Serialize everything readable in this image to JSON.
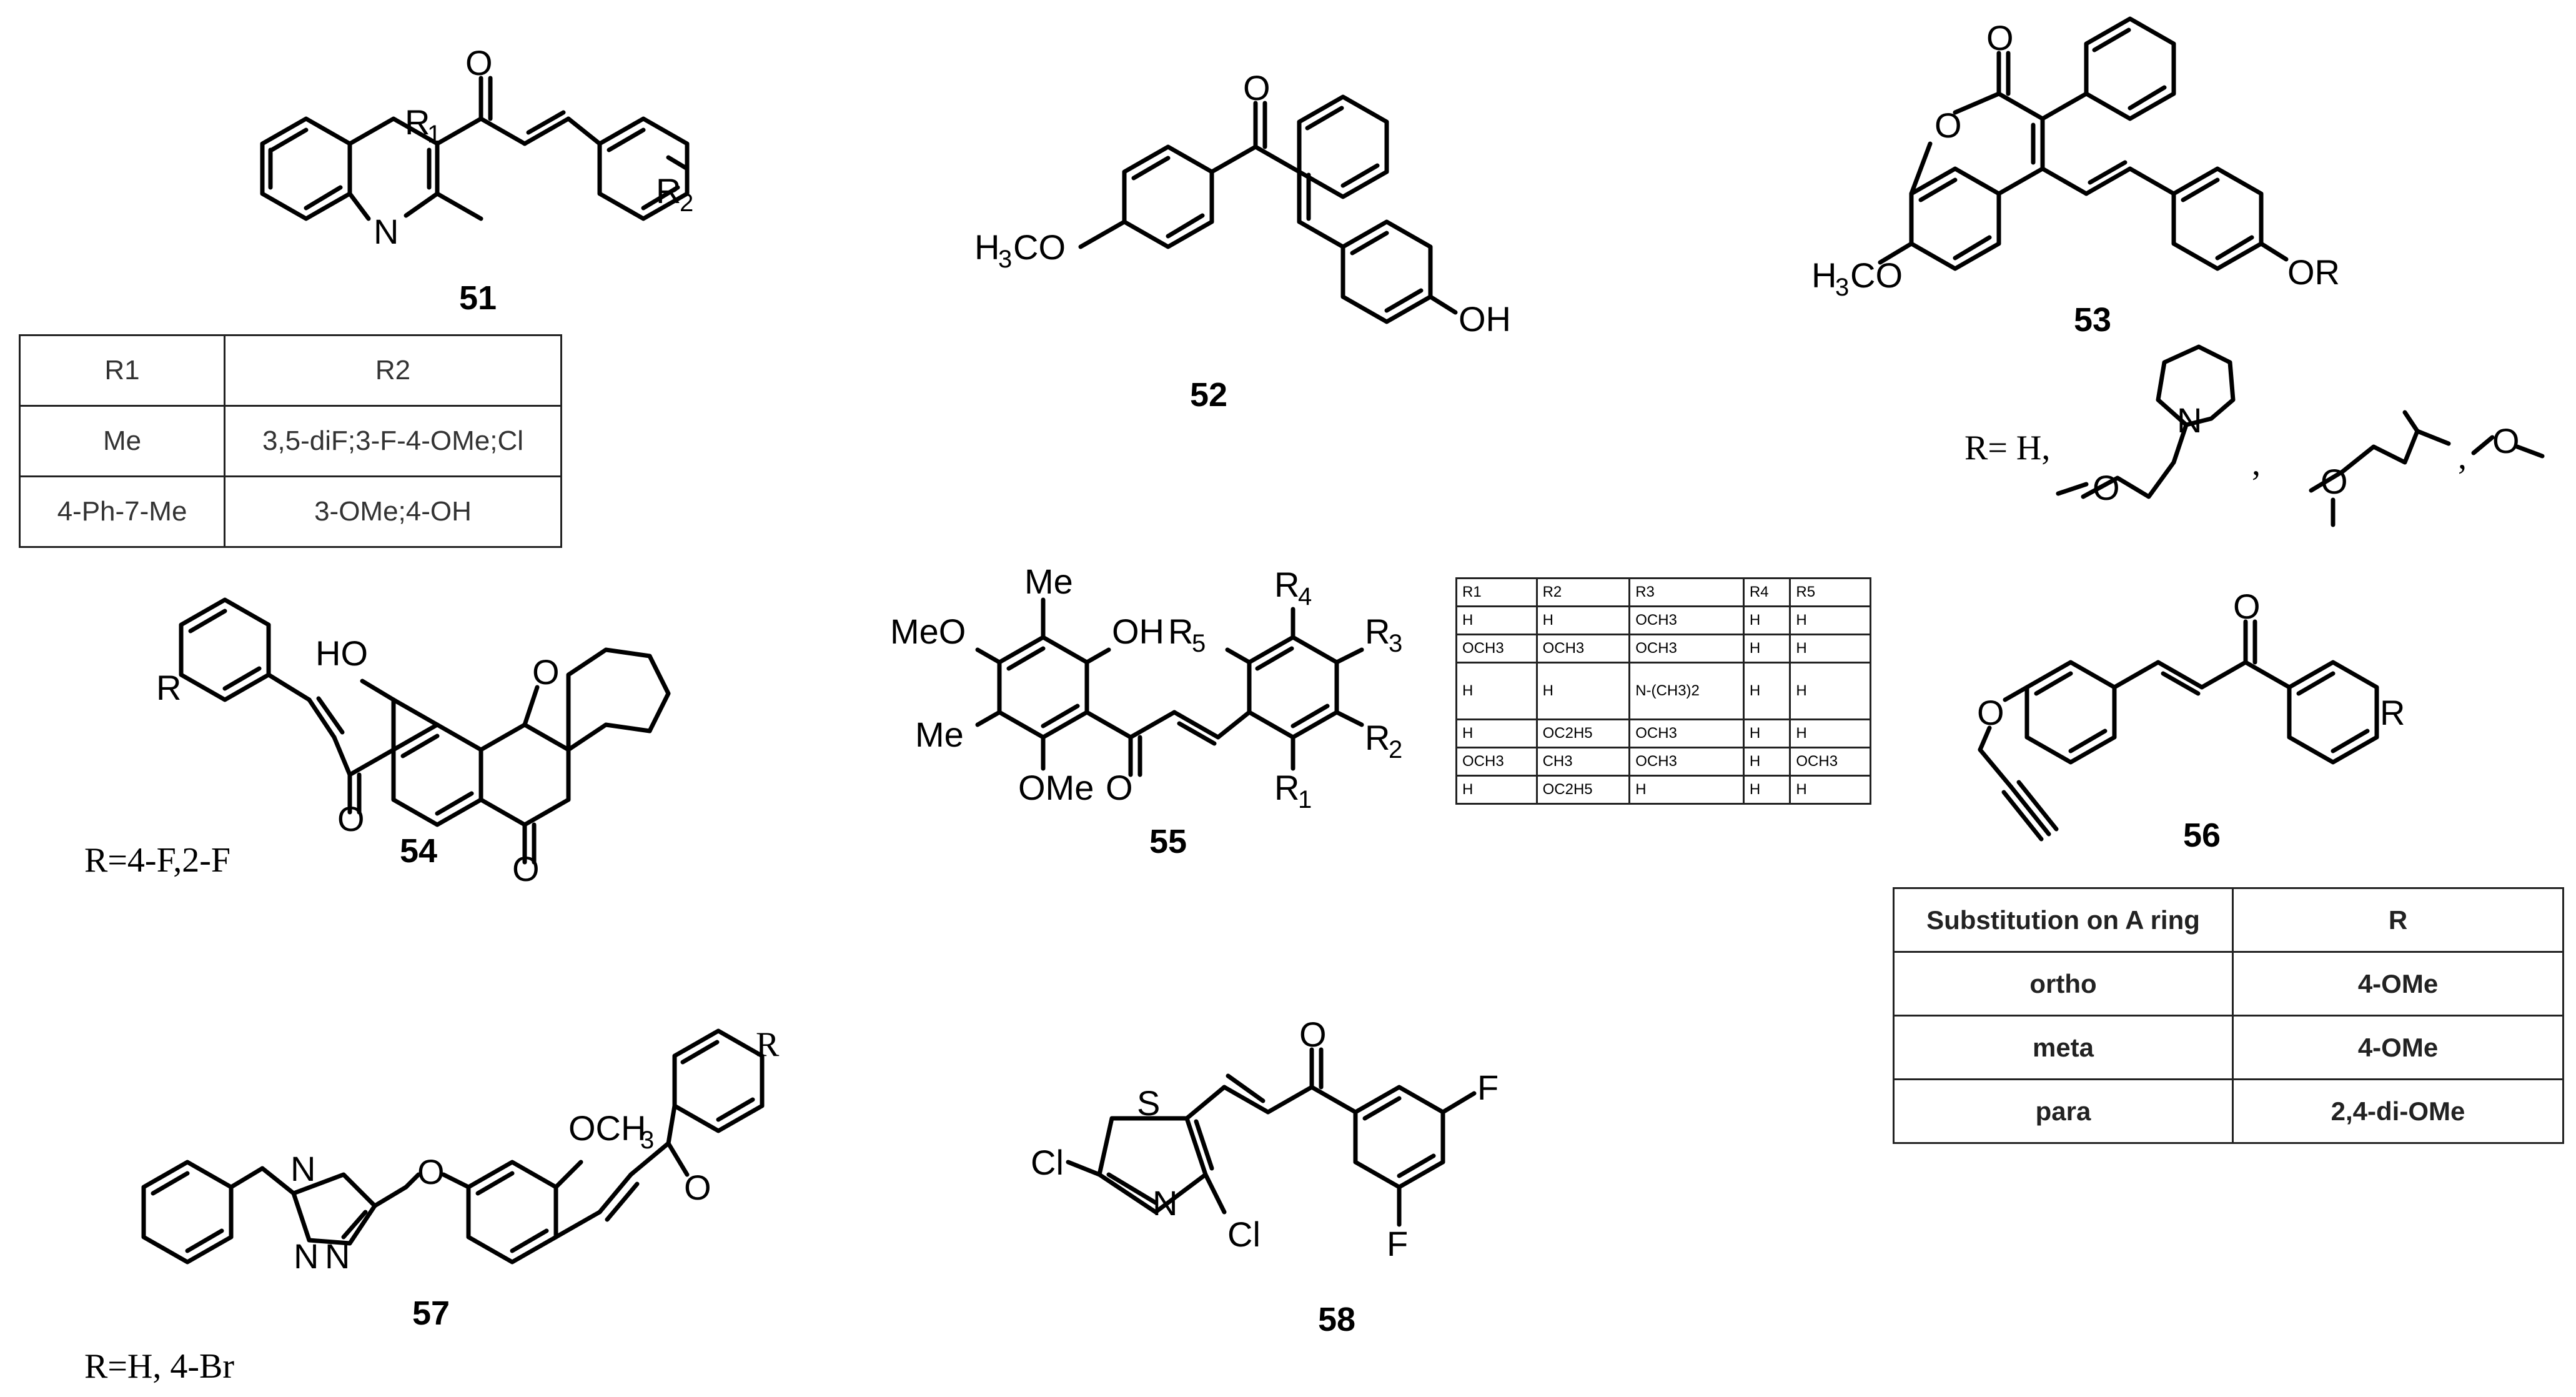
{
  "compounds": {
    "c51": {
      "number": "51"
    },
    "c52": {
      "number": "52"
    },
    "c53": {
      "number": "53",
      "r_definition": "R= H,"
    },
    "c54": {
      "number": "54",
      "r_note": "R=4-F,2-F"
    },
    "c55": {
      "number": "55"
    },
    "c56": {
      "number": "56"
    },
    "c57": {
      "number": "57",
      "r_note": "R=H, 4-Br"
    },
    "c58": {
      "number": "58"
    }
  },
  "table51": {
    "header": [
      "R1",
      "R2"
    ],
    "rows": [
      [
        "Me",
        "3,5-diF;3-F-4-OMe;Cl"
      ],
      [
        "4-Ph-7-Me",
        "3-OMe;4-OH"
      ]
    ]
  },
  "table55": {
    "header": [
      "R1",
      "R2",
      "R3",
      "R4",
      "R5"
    ],
    "rows": [
      [
        "H",
        "H",
        "OCH3",
        "H",
        "H"
      ],
      [
        "OCH3",
        "OCH3",
        "OCH3",
        "H",
        "H"
      ],
      [
        "H",
        "H",
        "N-(CH3)2",
        "H",
        "H"
      ],
      [
        "H",
        "OC2H5",
        "OCH3",
        "H",
        "H"
      ],
      [
        "OCH3",
        "CH3",
        "OCH3",
        "H",
        "OCH3"
      ],
      [
        "H",
        "OC2H5",
        "H",
        "H",
        "H"
      ]
    ]
  },
  "table56": {
    "header": [
      "Substitution on A ring",
      "R"
    ],
    "rows": [
      [
        "ortho",
        "4-OMe"
      ],
      [
        "meta",
        "4-OMe"
      ],
      [
        "para",
        "2,4-di-OMe"
      ]
    ]
  }
}
